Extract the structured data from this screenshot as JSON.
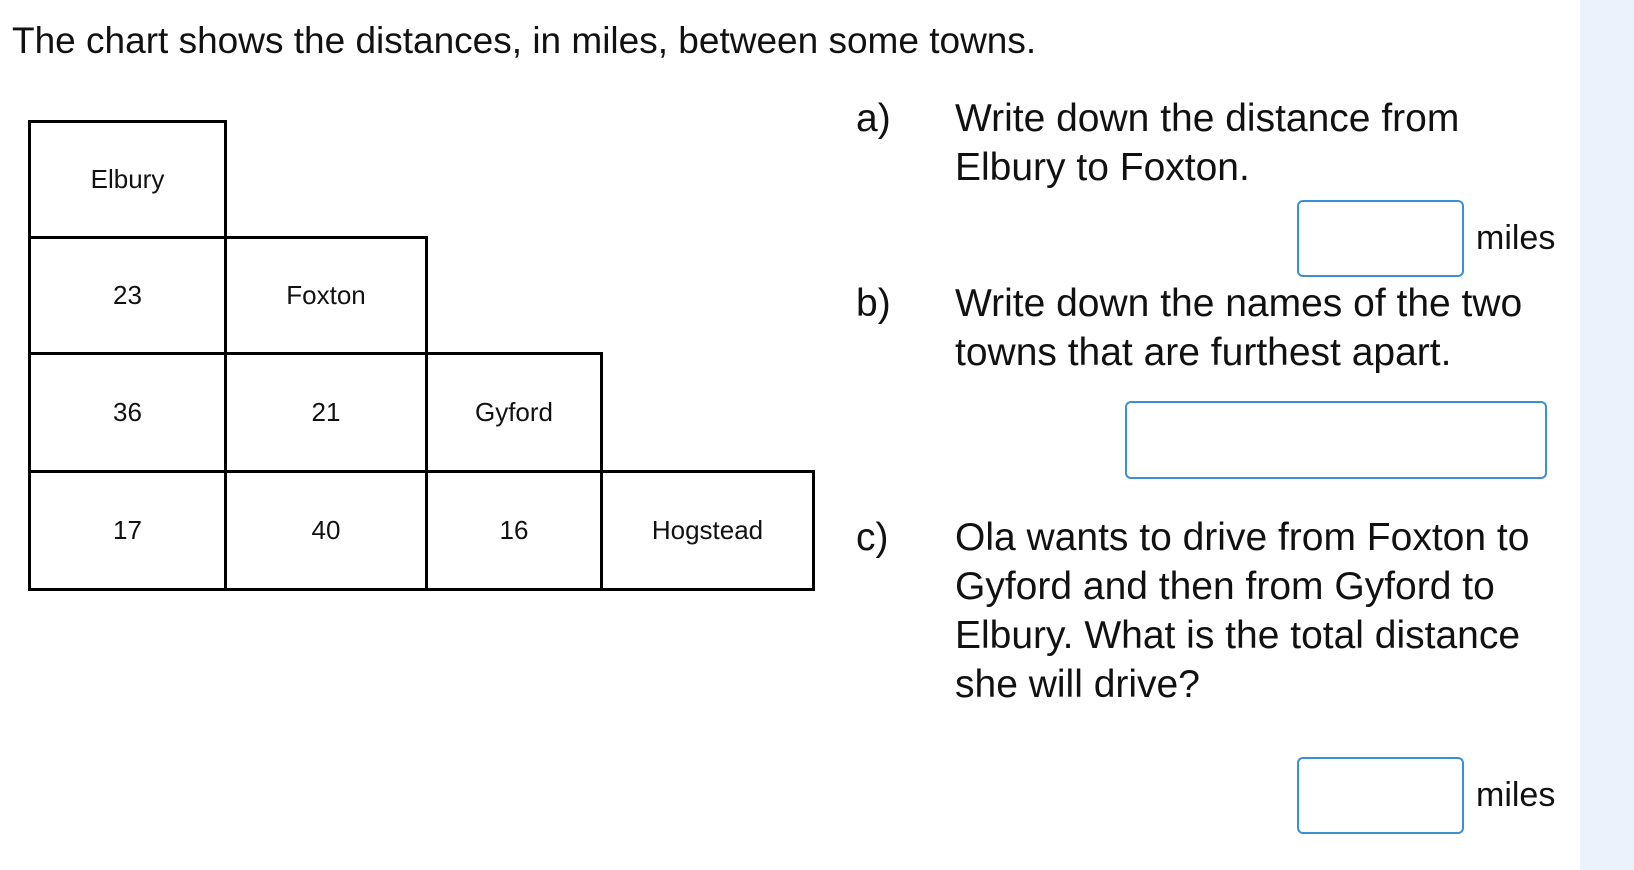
{
  "intro": "The chart shows the distances, in miles, between some towns.",
  "chart": {
    "towns": [
      "Elbury",
      "Foxton",
      "Gyford",
      "Hogstead"
    ],
    "distances": [
      [
        "23"
      ],
      [
        "36",
        "21"
      ],
      [
        "17",
        "40",
        "16"
      ]
    ]
  },
  "questions": {
    "a": {
      "label": "a)",
      "text": "Write down the distance from Elbury to Foxton.",
      "answer": "",
      "units": "miles"
    },
    "b": {
      "label": "b)",
      "text": "Write down the names of the two towns that are furthest apart.",
      "answer": ""
    },
    "c": {
      "label": "c)",
      "text": "Ola wants to drive from Foxton to Gyford and then from Gyford to Elbury. What is the total distance she will drive?",
      "answer": "",
      "units": "miles"
    }
  },
  "colors": {
    "input_border": "#3b8fd4",
    "sidebar": "#eaf3fc"
  }
}
